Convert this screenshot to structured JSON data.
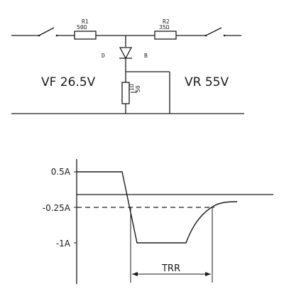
{
  "circuit": {
    "r1": {
      "label": "R1",
      "value": "50Ω"
    },
    "r2": {
      "label": "R2",
      "value": "35Ω"
    },
    "diode_left_label": "D",
    "diode_right_label": "B",
    "vf_label": "VF 26.5V",
    "vr_label": "VR 55V",
    "sense_resistor_value_lines": [
      "1Ω",
      "50"
    ]
  },
  "waveform": {
    "y_tick_labels": [
      "0.5A",
      "-0.25A",
      "-1A"
    ],
    "trr_label": "TRR"
  }
}
